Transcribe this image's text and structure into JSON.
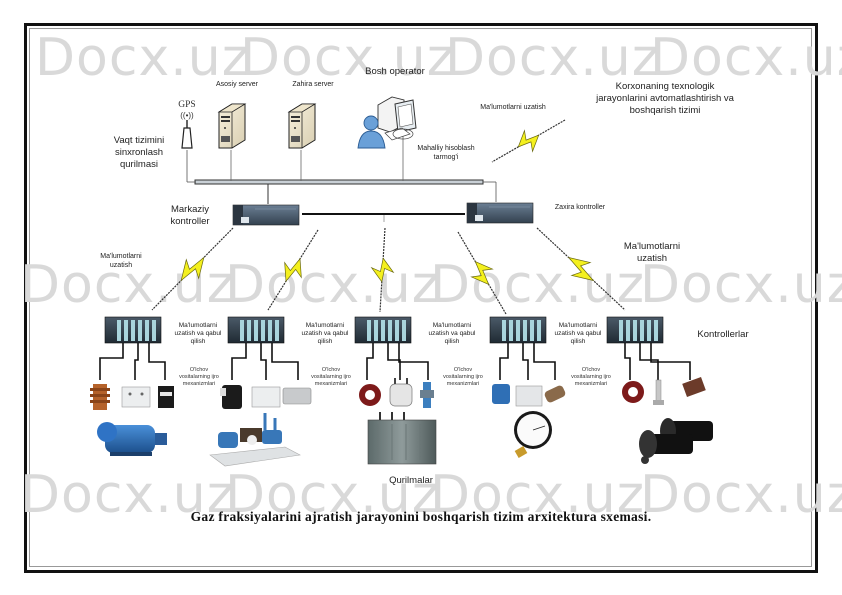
{
  "watermark": "Docx.uz",
  "title": "Gaz fraksiyalarini ajratish jarayonini boshqarish tizim arxitektura sxemasi.",
  "top": {
    "bosh_operator": "Bosh operator",
    "asosiy_server": "Asosiy server",
    "zahira_server": "Zahira server",
    "gps": "GPS",
    "gps_signal": "((•))",
    "vaqt_tizimi": [
      "Vaqt tizimini",
      "sinxronlash",
      "qurilmasi"
    ],
    "mahalliy_tarmoq": [
      "Mahalliy hisoblash",
      "tarmog'i"
    ],
    "malumot_uzatish_top": "Ma'lumotlarni uzatish",
    "korxona_tizimi": [
      "Korxonaning texnologik",
      "jarayonlarini avtomatlashtirish va",
      "boshqarish tizimi"
    ]
  },
  "middle": {
    "markaziy_kontroller": [
      "Markaziy",
      "kontroller"
    ],
    "zaxira_kontroller": "Zaxira kontroller",
    "malumot_uzatish_left": [
      "Ma'lumotlarni",
      "uzatish"
    ],
    "malumot_uzatish_right": [
      "Ma'lumotlarni",
      "uzatish"
    ]
  },
  "controllers": {
    "label": "Kontrollerlar",
    "rack_label": [
      "Ma'lumotlarni",
      "uzatish va qabul",
      "qilish"
    ],
    "device_label": [
      "O'lchov",
      "vositalarning ijro",
      "mexanizmlari"
    ],
    "count": 5
  },
  "devices": {
    "label": "Qurilmalar",
    "items": [
      "electric-motor",
      "pump-unit",
      "transformer",
      "pressure-gauge",
      "servo-motors"
    ]
  },
  "colors": {
    "lightning": "#f4f01e",
    "rack": "#3a4a5a",
    "rack_module": "#a9d4dc",
    "plc": "#4a5c70",
    "bus": "#bfc7cf",
    "motor_blue": "#2b6cb0"
  }
}
